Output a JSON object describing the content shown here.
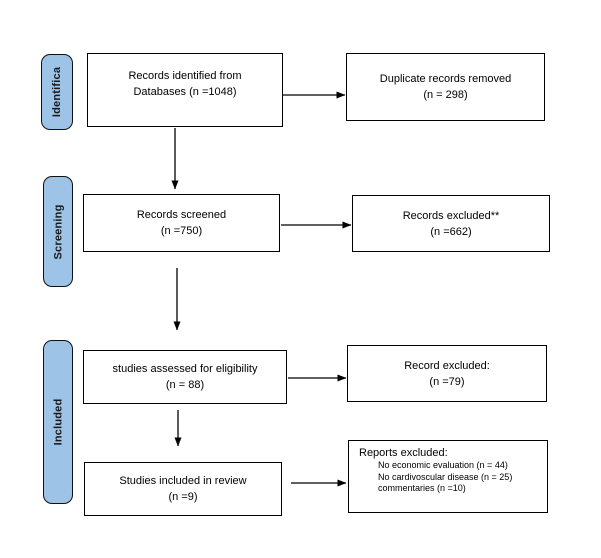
{
  "colors": {
    "stage_fill": "#9DC3E6",
    "stage_border": "#111111",
    "box_border": "#000000",
    "arrow": "#000000",
    "page_bg": "#ffffff"
  },
  "stages": {
    "identification": "Identifica",
    "screening": "Screening",
    "included": "Included"
  },
  "boxes": {
    "records_identified": {
      "line1": "Records identified from",
      "line2": "Databases (n =1048)"
    },
    "duplicates_removed": {
      "line1": "Duplicate records removed",
      "line2": "(n = 298)"
    },
    "records_screened": {
      "line1": "Records screened",
      "line2": "(n =750)"
    },
    "records_excluded": {
      "line1": "Records excluded**",
      "line2": "(n =662)"
    },
    "assessed_eligibility": {
      "line1": "studies assessed for eligibility",
      "line2": "(n = 88)"
    },
    "record_excluded": {
      "line1": "Record excluded:",
      "line2": "(n =79)"
    },
    "included_review": {
      "line1": "Studies included in review",
      "line2": "(n =9)"
    },
    "reports_excluded": {
      "title": "Reports excluded:",
      "reasons": [
        "No economic evaluation (n = 44)",
        "No cardivoscular disease (n = 25)",
        "commentaries (n =10)"
      ]
    }
  }
}
